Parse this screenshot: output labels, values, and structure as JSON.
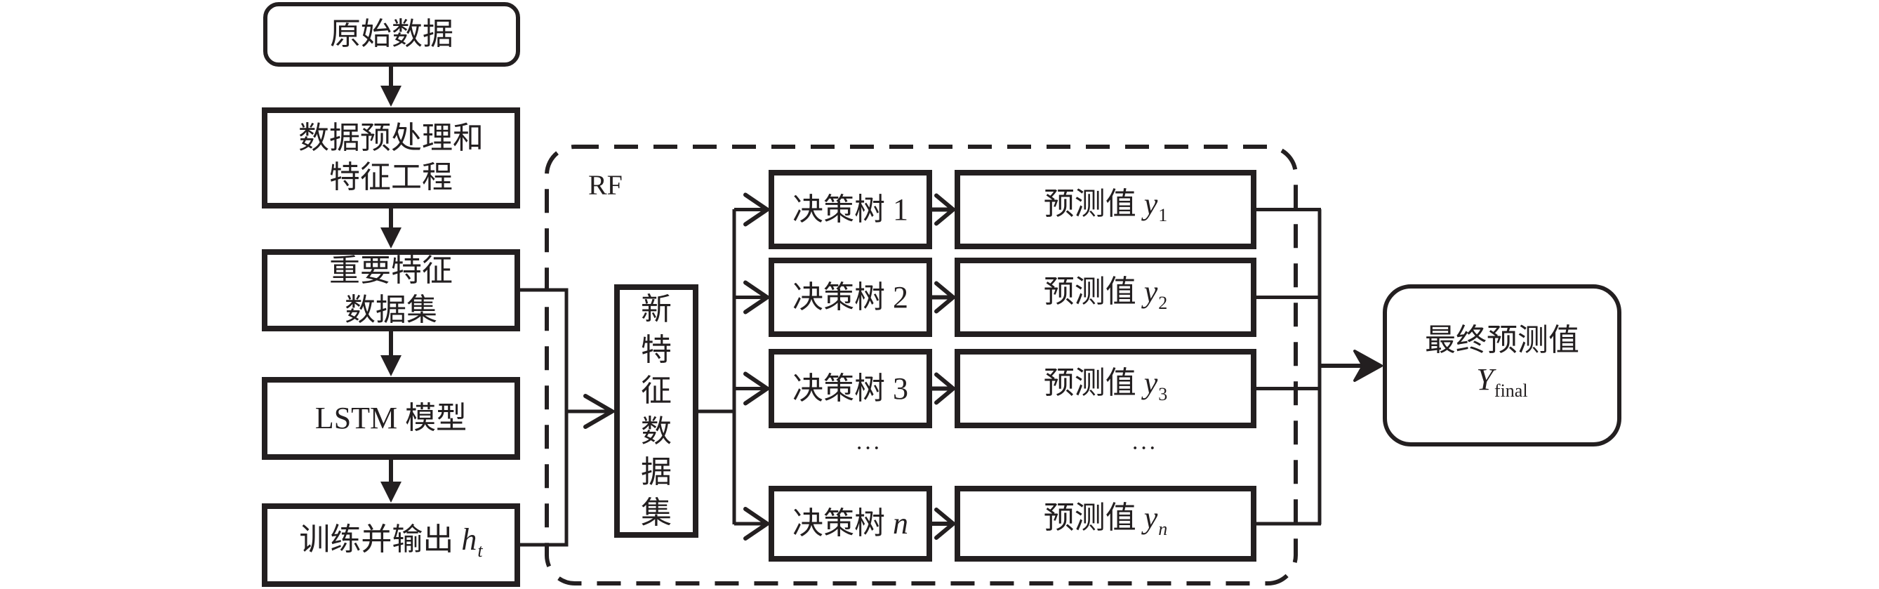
{
  "left_column": {
    "raw_data": "原始数据",
    "preprocess_line1": "数据预处理和",
    "preprocess_line2": "特征工程",
    "important_line1": "重要特征",
    "important_line2": "数据集",
    "lstm": "LSTM 模型",
    "train_text": "训练并输出 ",
    "train_var": "h",
    "train_sub": "t"
  },
  "rf": {
    "label": "RF",
    "new_features_chars": [
      "新",
      "特",
      "征",
      "数",
      "据",
      "集"
    ],
    "trees": [
      {
        "label": "决策树 ",
        "index": "1",
        "index_italic": false
      },
      {
        "label": "决策树 ",
        "index": "2",
        "index_italic": false
      },
      {
        "label": "决策树 ",
        "index": "3",
        "index_italic": false
      },
      {
        "label": "决策树 ",
        "index": "n",
        "index_italic": true
      }
    ],
    "predictions": [
      {
        "label": "预测值 ",
        "var": "y",
        "sub": "1",
        "sub_italic": false
      },
      {
        "label": "预测值 ",
        "var": "y",
        "sub": "2",
        "sub_italic": false
      },
      {
        "label": "预测值 ",
        "var": "y",
        "sub": "3",
        "sub_italic": false
      },
      {
        "label": "预测值 ",
        "var": "y",
        "sub": "n",
        "sub_italic": true
      }
    ],
    "ellipsis_trees": "···",
    "ellipsis_predictions": "···"
  },
  "final": {
    "line1": "最终预测值",
    "var": "Y",
    "sub": "final"
  },
  "colors": {
    "stroke": "#231f20",
    "background": "#ffffff"
  }
}
